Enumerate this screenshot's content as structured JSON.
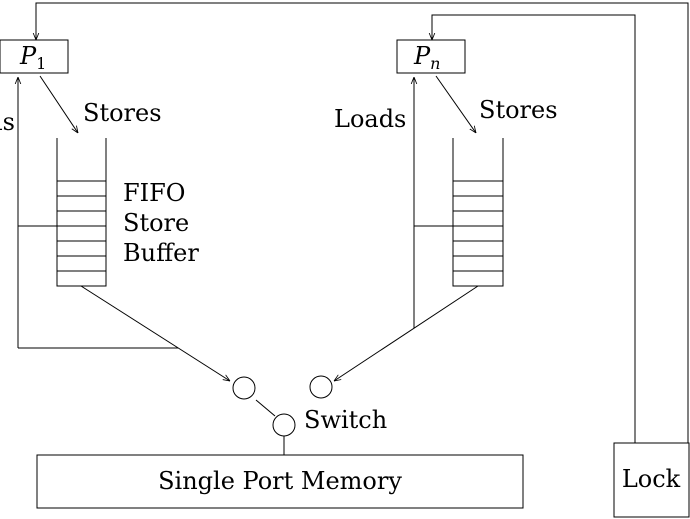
{
  "diagram": {
    "processors": [
      {
        "base": "P",
        "sub": "1"
      },
      {
        "base": "P",
        "sub": "n"
      }
    ],
    "labels": {
      "stores_left": "Stores",
      "loads_left": "Loads",
      "buffer_line1": "FIFO",
      "buffer_line2": "Store",
      "buffer_line3": "Buffer",
      "loads_right": "Loads",
      "stores_right": "Stores",
      "switch": "Switch",
      "memory": "Single Port Memory",
      "lock": "Lock"
    }
  }
}
